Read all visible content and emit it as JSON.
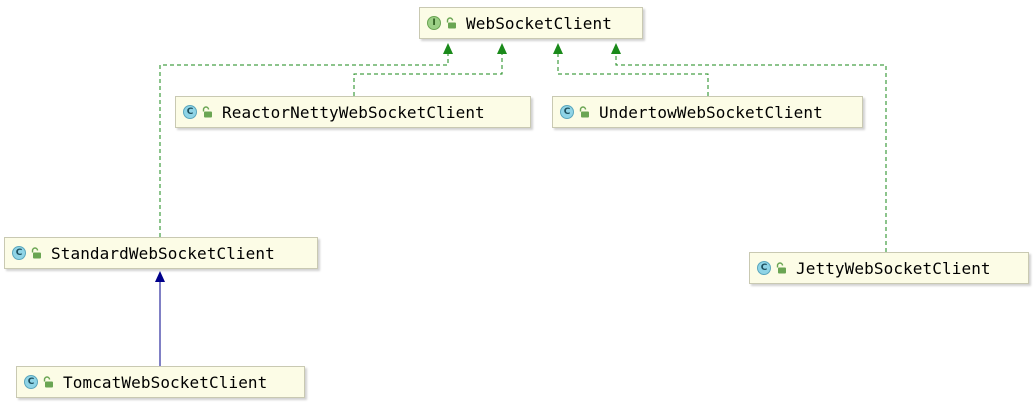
{
  "colors": {
    "implements_edge": "#1a8a1a",
    "extends_edge": "#00008b",
    "node_fill": "#fcfce6",
    "node_border": "#c9c9b2",
    "class_badge": "#8fd4e6",
    "interface_badge": "#9ccf86",
    "lock_icon": "#6aa553"
  },
  "nodes": {
    "websocket_client": {
      "name": "WebSocketClient",
      "kind": "interface",
      "badge": "I",
      "icon": "unlocked-lock-icon"
    },
    "reactor_netty": {
      "name": "ReactorNettyWebSocketClient",
      "kind": "class",
      "badge": "C",
      "icon": "unlocked-lock-icon"
    },
    "undertow": {
      "name": "UndertowWebSocketClient",
      "kind": "class",
      "badge": "C",
      "icon": "unlocked-lock-icon"
    },
    "standard": {
      "name": "StandardWebSocketClient",
      "kind": "class",
      "badge": "C",
      "icon": "unlocked-lock-icon"
    },
    "jetty": {
      "name": "JettyWebSocketClient",
      "kind": "class",
      "badge": "C",
      "icon": "unlocked-lock-icon"
    },
    "tomcat": {
      "name": "TomcatWebSocketClient",
      "kind": "class",
      "badge": "C",
      "icon": "unlocked-lock-icon"
    }
  },
  "edges": [
    {
      "from": "ReactorNettyWebSocketClient",
      "to": "WebSocketClient",
      "relation": "implements"
    },
    {
      "from": "UndertowWebSocketClient",
      "to": "WebSocketClient",
      "relation": "implements"
    },
    {
      "from": "StandardWebSocketClient",
      "to": "WebSocketClient",
      "relation": "implements"
    },
    {
      "from": "JettyWebSocketClient",
      "to": "WebSocketClient",
      "relation": "implements"
    },
    {
      "from": "TomcatWebSocketClient",
      "to": "StandardWebSocketClient",
      "relation": "extends"
    }
  ]
}
